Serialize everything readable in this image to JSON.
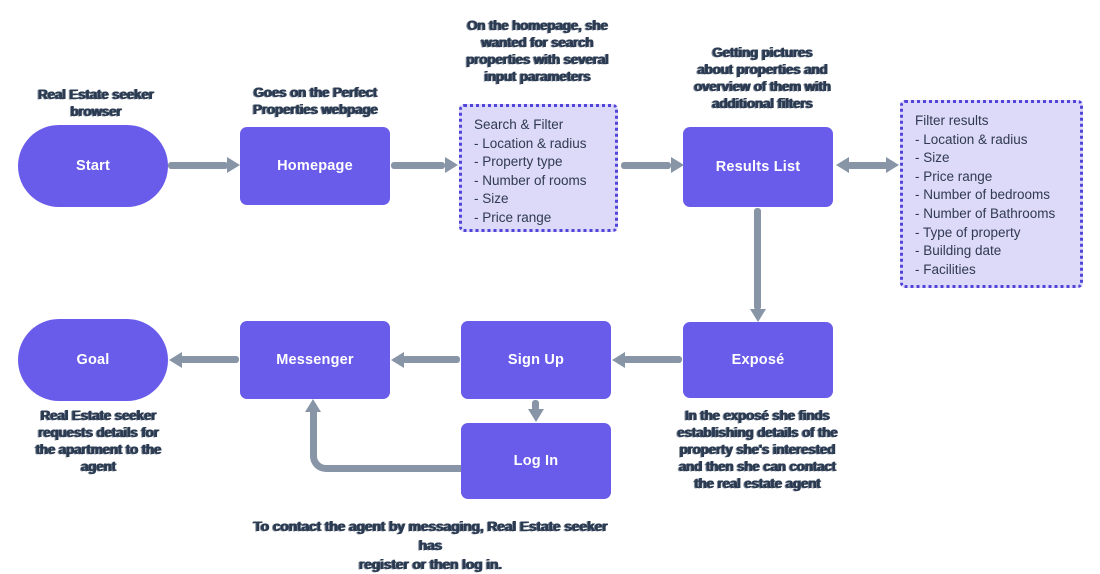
{
  "diagram": {
    "title": "Real estate website user flow",
    "colors": {
      "node_fill": "#6a5cea",
      "node_text": "#ffffff",
      "infobox_fill": "#ddd9f9",
      "infobox_border": "#5044d9",
      "arrow": "#8795a7",
      "caption_text": "#2b3b52"
    },
    "nodes": {
      "start": {
        "label": "Start"
      },
      "homepage": {
        "label": "Homepage"
      },
      "results_list": {
        "label": "Results List"
      },
      "expose": {
        "label": "Exposé"
      },
      "sign_up": {
        "label": "Sign Up"
      },
      "log_in": {
        "label": "Log In"
      },
      "messenger": {
        "label": "Messenger"
      },
      "goal": {
        "label": "Goal"
      }
    },
    "info_boxes": {
      "search_filter": {
        "title": "Search & Filter",
        "items": [
          "- Location & radius",
          "- Property type",
          "- Number of rooms",
          "- Size",
          "- Price range"
        ]
      },
      "filter_results": {
        "title": "Filter results",
        "items": [
          "- Location & radius",
          "- Size",
          "- Price range",
          "- Number of bedrooms",
          "- Number of Bathrooms",
          "- Type of property",
          "- Building date",
          "- Facilities"
        ]
      }
    },
    "captions": {
      "above_start": "Real Estate seeker\nbrowser",
      "above_homepage": "Goes on the Perfect\nProperties webpage",
      "above_search": "On the homepage, she\nwanted for search\nproperties with several\ninput parameters",
      "above_results": "Getting pictures\nabout properties and\noverview of them with\nadditional filters",
      "below_expose": "In the exposé she finds\nestablishing details of the\nproperty she's interested\nand then she can contact\nthe real estate agent",
      "below_goal": "Real Estate seeker\nrequests details for\nthe apartment to the\nagent",
      "bottom_note": "To contact the agent by messaging, Real Estate seeker has\nregister or then log in."
    }
  }
}
